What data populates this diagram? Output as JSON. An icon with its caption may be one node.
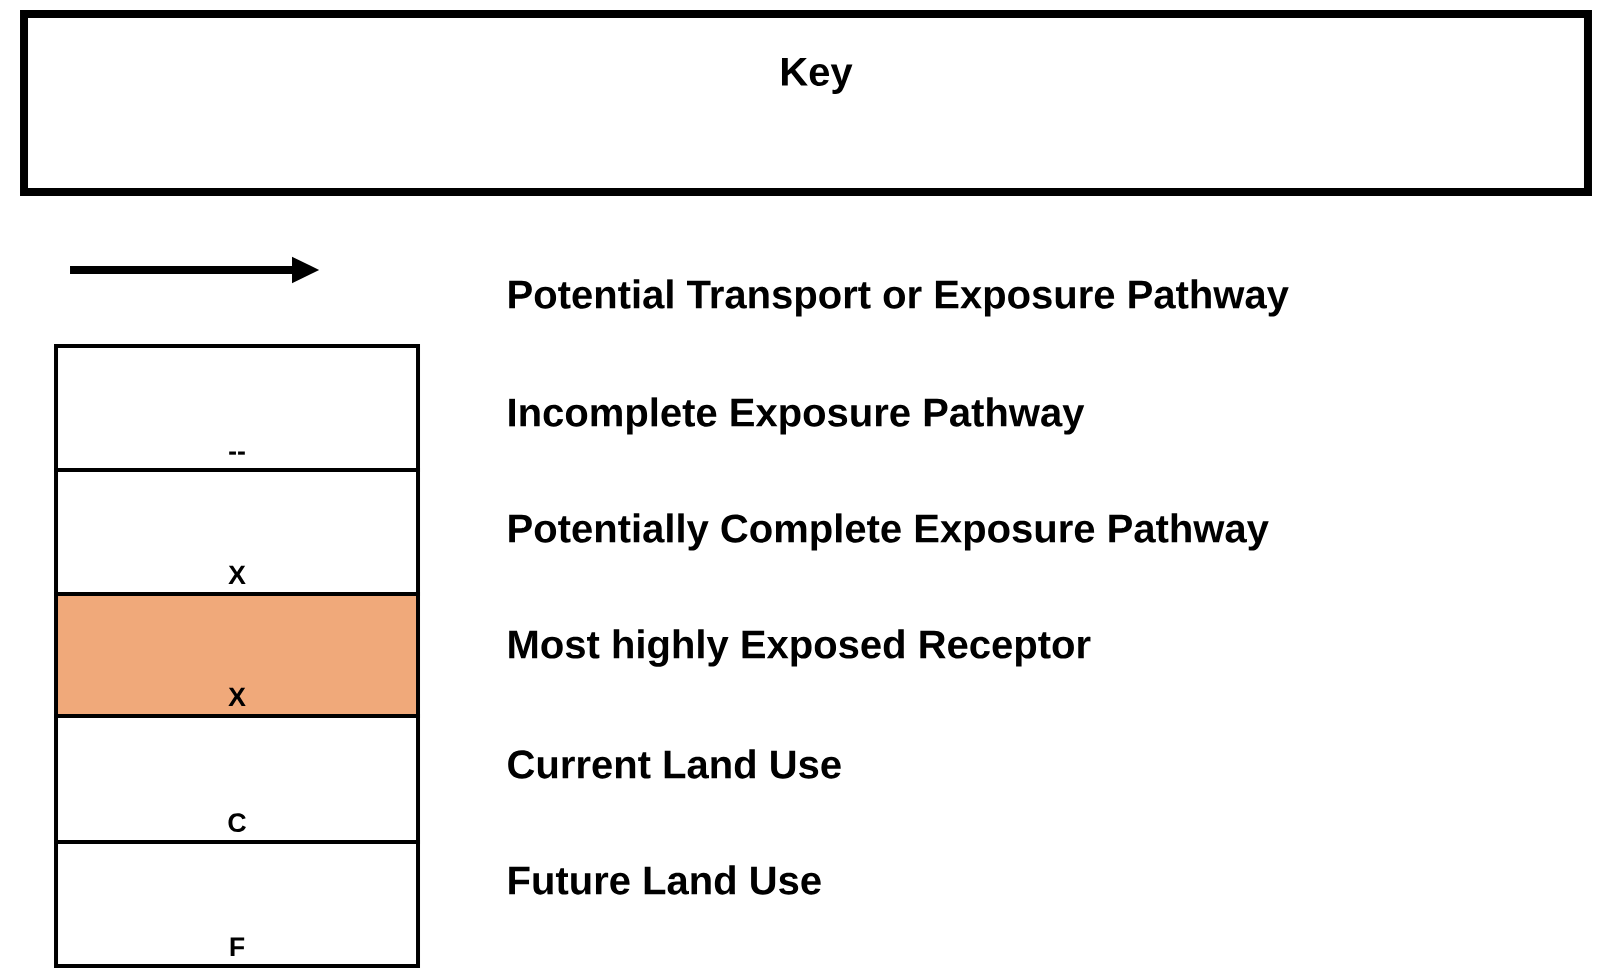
{
  "diagram": {
    "title": "Key",
    "nodes": [
      {
        "text": [
          "--"
        ],
        "beside": [
          "Incomplete Exposure Pathway"
        ]
      },
      {
        "text": [
          "X"
        ],
        "beside": [
          "Potentially Complete Exposure Pathway"
        ]
      },
      {
        "text": [
          "X"
        ],
        "beside": [
          "Most highly Exposed Receptor"
        ]
      },
      {
        "text": [
          "C"
        ],
        "beside": [
          "Current Land Use"
        ]
      },
      {
        "text": [
          "F"
        ],
        "beside": [
          "Future Land Use"
        ]
      }
    ],
    "legend": [
      {
        "text": "Potential Transport or Exposure Pathway"
      }
    ]
  }
}
